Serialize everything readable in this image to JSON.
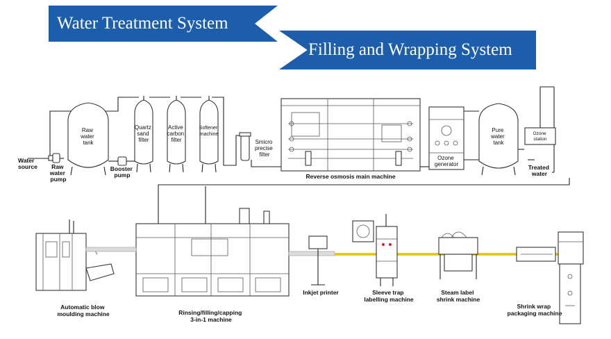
{
  "banners": {
    "water_treatment": "Water Treatment System",
    "filling_wrapping": "Filling and Wrapping System"
  },
  "labels": {
    "water_source": [
      "Water",
      "source"
    ],
    "raw_water_pump": [
      "Raw",
      "water",
      "pump"
    ],
    "raw_water_tank": [
      "Raw",
      "water",
      "tank"
    ],
    "quartz_sand_filter": [
      "Quartz",
      "sand",
      "filter"
    ],
    "active_carbon_filter": [
      "Active",
      "carbon",
      "filter"
    ],
    "softener_machine": [
      "Softener",
      "machine"
    ],
    "booster_pump": [
      "Booster",
      "pump"
    ],
    "smicro_precise_filter": [
      "Smicro",
      "precise",
      "filter"
    ],
    "reverse_osmosis": "Reverse osmosis main machine",
    "ozone_generator": [
      "Ozone",
      "generator"
    ],
    "pure_water_tank": [
      "Pure",
      "water",
      "tank"
    ],
    "ozone_station": [
      "Ozone",
      "station"
    ],
    "treated_water": [
      "Treated",
      "water"
    ],
    "blow_moulding": [
      "Automatic blow",
      "moulding machine"
    ],
    "rinsing_filling_capping": [
      "Rinsing/filling/capping",
      "3-in-1 machine"
    ],
    "inkjet_printer": "Inkjet printer",
    "sleeve_labelling": [
      "Sleeve trap",
      "labelling machine"
    ],
    "steam_shrink": [
      "Steam label",
      "shrink machine"
    ],
    "shrink_wrap": [
      "Shrink wrap",
      "packaging machine"
    ]
  },
  "colors": {
    "banner": "#1c5dac",
    "conveyor": "#e8d21a",
    "lines": "#222222"
  }
}
